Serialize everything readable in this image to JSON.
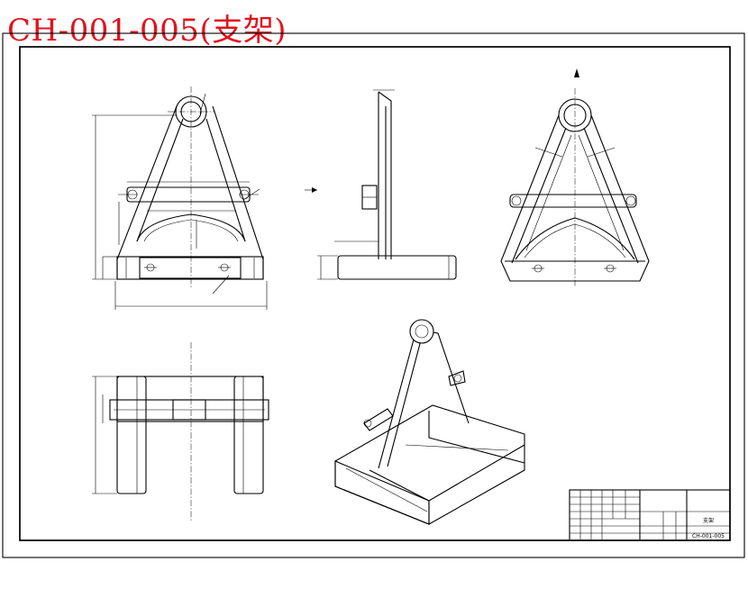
{
  "title": "CH-001-005(支架)",
  "colors": {
    "title": "#e0141e",
    "lines": "#000000",
    "background": "#ffffff"
  },
  "title_block": {
    "part_name": "支架",
    "drawing_number": "CH-001-005"
  }
}
